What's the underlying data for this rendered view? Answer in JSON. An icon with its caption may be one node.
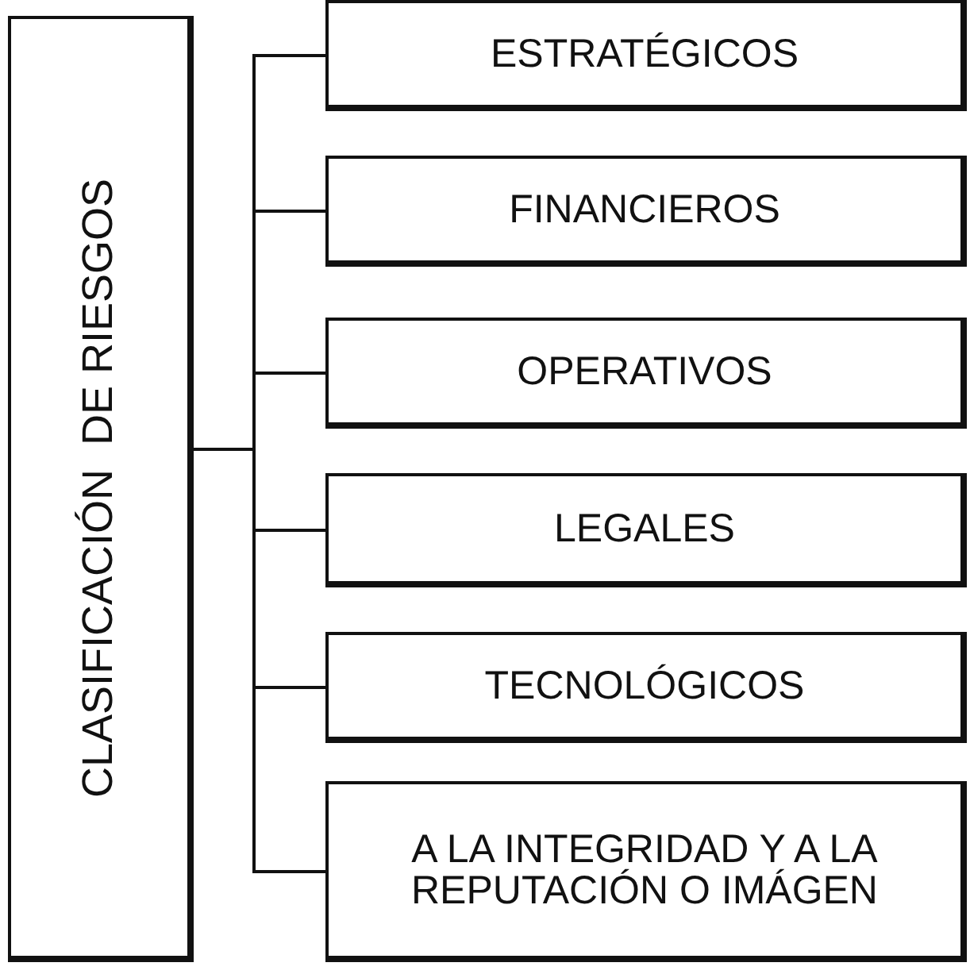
{
  "diagram": {
    "nodes": [
      {
        "text": [
          "CLASIFICACIÓN  DE RIESGOS"
        ]
      },
      {
        "text": [
          "ESTRATÉGICOS"
        ]
      },
      {
        "text": [
          "FINANCIEROS"
        ]
      },
      {
        "text": [
          "OPERATIVOS"
        ]
      },
      {
        "text": [
          "LEGALES"
        ]
      },
      {
        "text": [
          "TECNOLÓGICOS"
        ]
      },
      {
        "text": [
          "A LA INTEGRIDAD Y A LA REPUTACIÓN O IMÁGEN"
        ]
      }
    ],
    "edges": [
      {
        "from": 0,
        "to": 1,
        "arrow": "none"
      },
      {
        "from": 0,
        "to": 2,
        "arrow": "none"
      },
      {
        "from": 0,
        "to": 3,
        "arrow": "none"
      },
      {
        "from": 0,
        "to": 4,
        "arrow": "none"
      },
      {
        "from": 0,
        "to": 5,
        "arrow": "none"
      },
      {
        "from": 0,
        "to": 6,
        "arrow": "none"
      }
    ]
  }
}
